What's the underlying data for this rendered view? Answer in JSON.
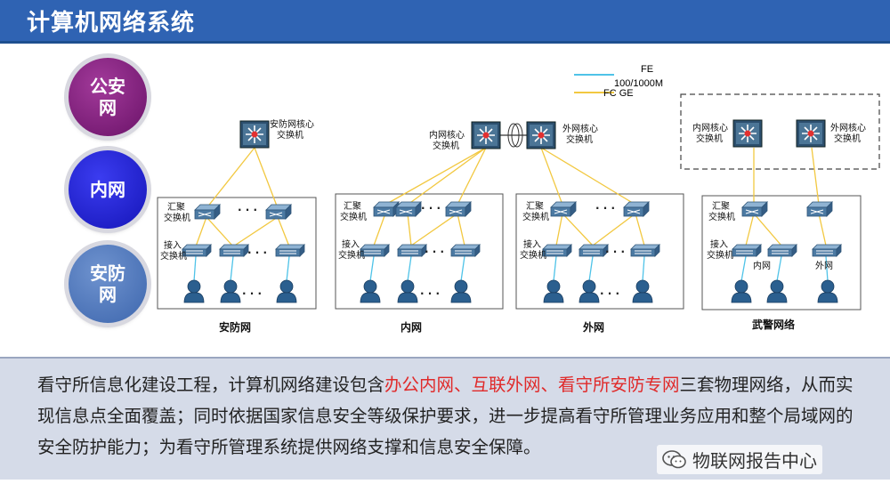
{
  "title": "计算机网络系统",
  "circles": [
    {
      "line1": "公安",
      "line2": "网"
    },
    {
      "line1": "内网",
      "line2": ""
    },
    {
      "line1": "安防",
      "line2": "网"
    }
  ],
  "legend": {
    "fe": "FE",
    "mbps": "100/1000M",
    "fcge": "FC GE"
  },
  "colors": {
    "header": "#2f63b3",
    "fe_line": "#4fc3e8",
    "ge_line": "#f2c840",
    "red_text": "#e02a2a"
  },
  "labels": {
    "aggregation": [
      "汇聚",
      "交换机"
    ],
    "access": [
      "接入",
      "交换机"
    ],
    "ellipsis": "· · ·",
    "anfang_core": [
      "安防网核心",
      "交换机"
    ],
    "neiwang_core": [
      "内网核心",
      "交换机"
    ],
    "waiwang_core": [
      "外网核心",
      "交换机"
    ],
    "neiwang": "内网",
    "waiwang": "外网"
  },
  "networks": [
    "安防网",
    "内网",
    "外网",
    "武警网络"
  ],
  "paragraph": {
    "part1": "看守所信息化建设工程，计算机网络建设包含",
    "red": "办公内网、互联外网、看守所安防专网",
    "part2": "三套物理网络，从而实现信息点全面覆盖；同时依据国家信息安全等级保护要求，进一步提高看守所管理业务应用和整个局域网的安全防护能力；为看守所管理系统提供网络支撑和信息安全保障。"
  },
  "watermark": "物联网报告中心"
}
